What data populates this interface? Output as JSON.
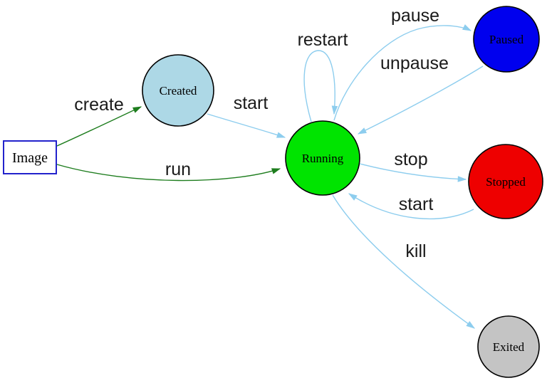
{
  "diagram": {
    "type": "state-diagram",
    "subject": "container lifecycle",
    "colors": {
      "background": "#ffffff",
      "edge_light_blue": "#8dcdee",
      "edge_dark_green": "#1e7d1e",
      "node_border": "#000000",
      "image_border": "#2222cc"
    },
    "nodes": [
      {
        "id": "image",
        "label": "Image",
        "shape": "rect",
        "fill": "#ffffff"
      },
      {
        "id": "created",
        "label": "Created",
        "shape": "circle",
        "fill": "#add8e6"
      },
      {
        "id": "running",
        "label": "Running",
        "shape": "circle",
        "fill": "#00e400"
      },
      {
        "id": "paused",
        "label": "Paused",
        "shape": "circle",
        "fill": "#0000ee"
      },
      {
        "id": "stopped",
        "label": "Stopped",
        "shape": "circle",
        "fill": "#ee0000"
      },
      {
        "id": "exited",
        "label": "Exited",
        "shape": "circle",
        "fill": "#c4c4c4"
      }
    ],
    "edges": [
      {
        "label": "create",
        "from": "image",
        "to": "created",
        "color": "dark-green"
      },
      {
        "label": "run",
        "from": "image",
        "to": "running",
        "color": "dark-green"
      },
      {
        "label": "start",
        "from": "created",
        "to": "running",
        "color": "light-blue"
      },
      {
        "label": "restart",
        "from": "running",
        "to": "running",
        "color": "light-blue"
      },
      {
        "label": "pause",
        "from": "running",
        "to": "paused",
        "color": "light-blue"
      },
      {
        "label": "unpause",
        "from": "paused",
        "to": "running",
        "color": "light-blue"
      },
      {
        "label": "stop",
        "from": "running",
        "to": "stopped",
        "color": "light-blue"
      },
      {
        "label": "start",
        "from": "stopped",
        "to": "running",
        "color": "light-blue"
      },
      {
        "label": "kill",
        "from": "running",
        "to": "exited",
        "color": "light-blue"
      }
    ]
  }
}
